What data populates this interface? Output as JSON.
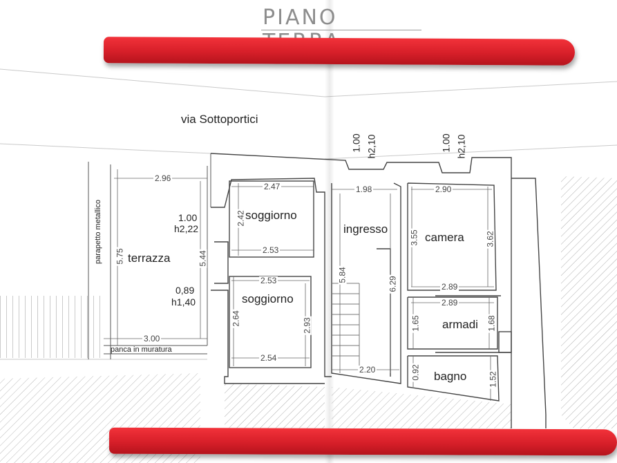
{
  "title": "PIANO TERRA",
  "street": "via Sottoportici",
  "rooms": {
    "terrazza": "terrazza",
    "soggiorno1": "soggiorno",
    "soggiorno2": "soggiorno",
    "ingresso": "ingresso",
    "camera": "camera",
    "armadi": "armadi",
    "bagno": "bagno"
  },
  "notes": {
    "parapetto": "parapetto metallico",
    "panca": "panca in muratura"
  },
  "windows": {
    "w1_width": "1.00",
    "w1_height": "h2,22",
    "w2_width": "0,89",
    "w2_height": "h1,40",
    "top1_width": "1.00",
    "top1_height": "h2,10",
    "top2_width": "1.00",
    "top2_height": "h2,10"
  },
  "dimensions": {
    "terrazza_width": "2.96",
    "terrazza_depth": "5.75",
    "terrazza_inner": "5.44",
    "terrazza_bottom": "3.00",
    "soggiorno1_top": "2.47",
    "soggiorno1_side": "2.42",
    "soggiorno1_bottom": "2.53",
    "soggiorno2_top": "2.53",
    "soggiorno2_side": "2.64",
    "soggiorno2_inner": "2.93",
    "soggiorno2_bottom": "2.54",
    "ingresso_top": "1.98",
    "ingresso_side": "5.84",
    "ingresso_inner": "6.29",
    "ingresso_bottom": "2.20",
    "camera_top": "2.90",
    "camera_left": "3.55",
    "camera_right": "3.62",
    "camera_bottom": "2.89",
    "armadi_top": "2.89",
    "armadi_left": "1.65",
    "armadi_right": "1.68",
    "bagno_left": "0.92",
    "bagno_right": "1.52"
  }
}
